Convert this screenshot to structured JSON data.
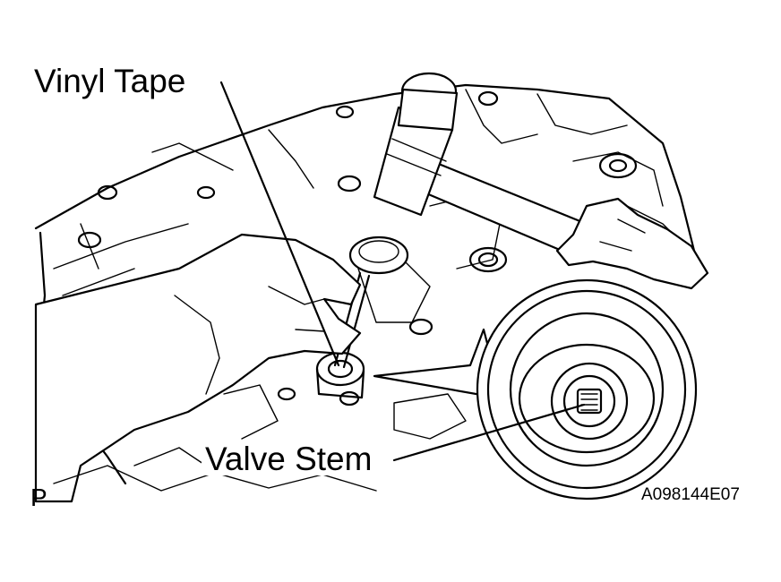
{
  "labels": {
    "vinyl_tape": "Vinyl Tape",
    "valve_stem": "Valve Stem",
    "view_mark": "P",
    "figure_code": "A098144E07"
  }
}
